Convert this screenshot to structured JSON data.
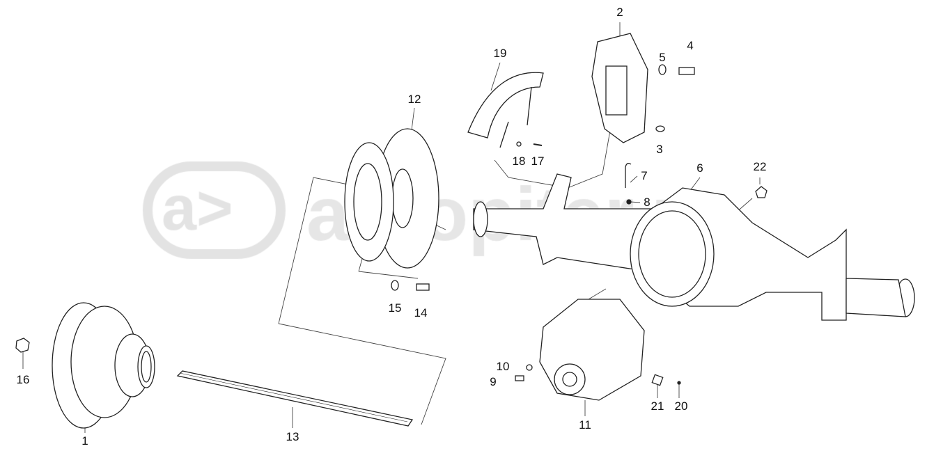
{
  "diagram": {
    "watermark": {
      "logo_mark": "a>",
      "text": "autopiter.ru"
    },
    "callouts": [
      "1",
      "2",
      "3",
      "4",
      "5",
      "6",
      "7",
      "8",
      "9",
      "10",
      "11",
      "12",
      "13",
      "14",
      "15",
      "16",
      "17",
      "18",
      "19",
      "20",
      "21",
      "22"
    ]
  }
}
